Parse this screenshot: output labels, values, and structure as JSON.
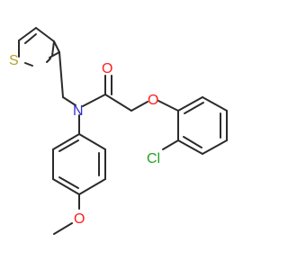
{
  "molecule": {
    "colors": {
      "bond": "#2b2b2b",
      "sulfur": "#b5a22c",
      "oxygen": "#ff1f1f",
      "nitrogen": "#2f2fd0",
      "chlorine": "#21a421"
    },
    "atom_labels": {
      "sulfur": "S",
      "carbonyl_oxygen": "O",
      "ether_oxygen": "O",
      "nitrogen": "N",
      "chlorine": "Cl",
      "methoxy_oxygen": "O"
    }
  }
}
